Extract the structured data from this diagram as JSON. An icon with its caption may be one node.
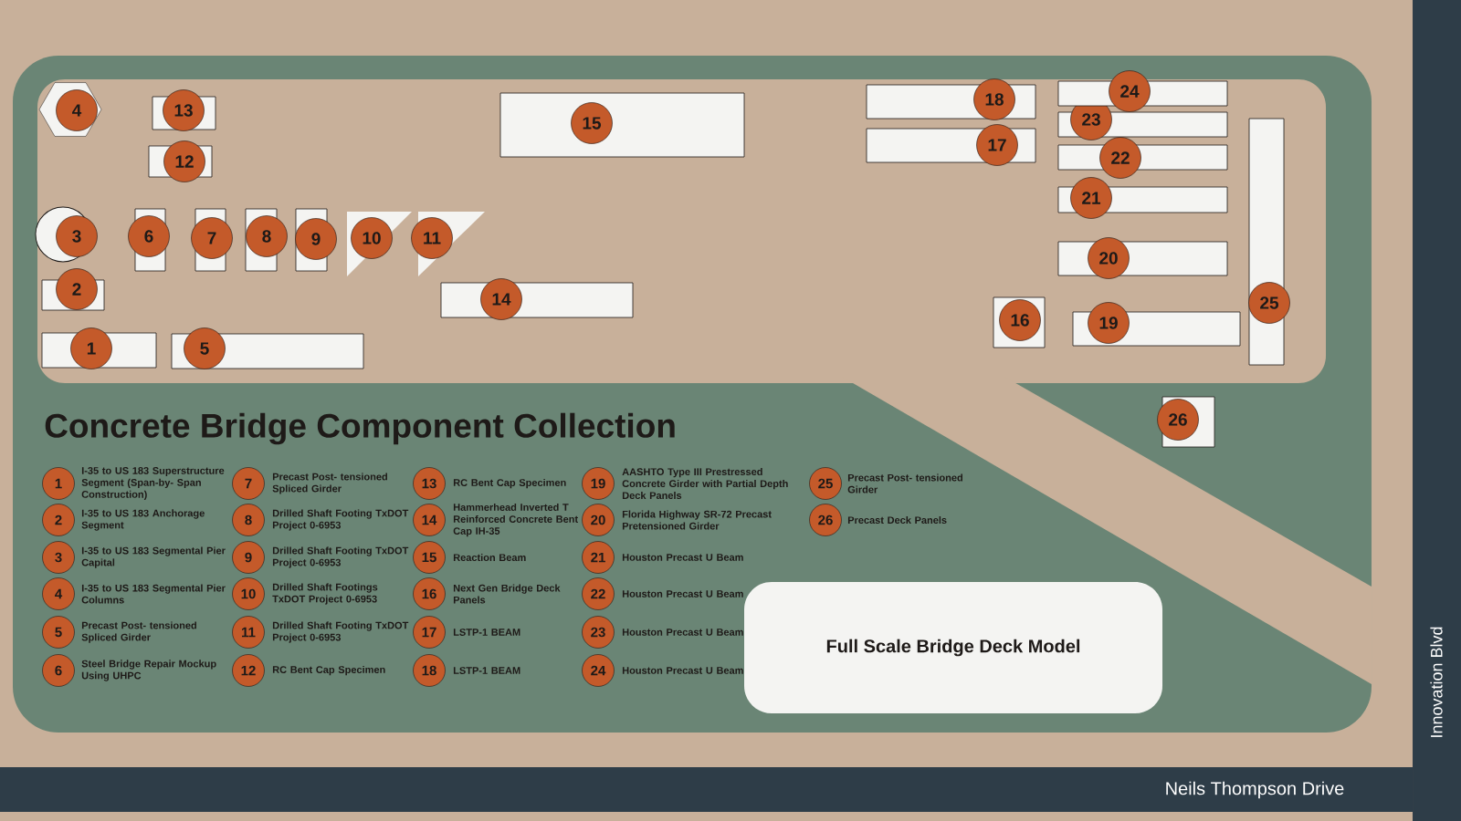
{
  "diagram": {
    "title": "Concrete Bridge Component Collection",
    "nodes": [
      {
        "text": [
          "1"
        ]
      },
      {
        "text": [
          "2"
        ]
      },
      {
        "text": [
          "3"
        ]
      },
      {
        "text": [
          "4"
        ]
      },
      {
        "text": [
          "5"
        ]
      },
      {
        "text": [
          "6"
        ]
      },
      {
        "text": [
          "7"
        ]
      },
      {
        "text": [
          "8"
        ]
      },
      {
        "text": [
          "9"
        ]
      },
      {
        "text": [
          "10"
        ]
      },
      {
        "text": [
          "11"
        ]
      },
      {
        "text": [
          "12"
        ]
      },
      {
        "text": [
          "13"
        ]
      },
      {
        "text": [
          "14"
        ]
      },
      {
        "text": [
          "15"
        ]
      },
      {
        "text": [
          "16"
        ]
      },
      {
        "text": [
          "17"
        ]
      },
      {
        "text": [
          "18"
        ]
      },
      {
        "text": [
          "19"
        ]
      },
      {
        "text": [
          "20"
        ]
      },
      {
        "text": [
          "21"
        ]
      },
      {
        "text": [
          "22"
        ]
      },
      {
        "text": [
          "23"
        ]
      },
      {
        "text": [
          "24"
        ]
      },
      {
        "text": [
          "25"
        ]
      },
      {
        "text": [
          "26"
        ]
      },
      {
        "text": [
          "Full Scale Bridge Deck Model"
        ]
      }
    ],
    "labels": [
      "1",
      "I-35 to US 183 Superstructure Segment (Span-by- Span Construction)",
      "2",
      "I-35 to US 183 Anchorage Segment",
      "3",
      "I-35 to US 183 Segmental Pier Capital",
      "4",
      "I-35 to US 183 Segmental Pier Columns",
      "5",
      "Precast Post- tensioned Spliced Girder",
      "6",
      "Steel Bridge Repair Mockup Using UHPC",
      "7",
      "Precast Post- tensioned Spliced Girder",
      "8",
      "Drilled Shaft Footing TxDOT Project 0-6953",
      "9",
      "Drilled Shaft Footing TxDOT Project 0-6953",
      "10",
      "Drilled Shaft Footings TxDOT Project 0-6953",
      "11",
      "Drilled Shaft Footing TxDOT Project 0-6953",
      "12",
      "RC Bent Cap Specimen",
      "13",
      "RC Bent Cap Specimen",
      "14",
      "Hammerhead Inverted T Reinforced Concrete Bent Cap IH-35",
      "15",
      "Reaction Beam",
      "16",
      "Next Gen Bridge Deck Panels",
      "17",
      "LSTP-1 BEAM",
      "18",
      "LSTP-1 BEAM",
      "19",
      "AASHTO Type III Prestressed Concrete Girder with Partial Depth Deck Panels",
      "20",
      "Florida Highway SR-72 Precast Pretensioned Girder",
      "21",
      "Houston Precast U Beam",
      "22",
      "Houston Precast U Beam",
      "23",
      "Houston Precast U Beam",
      "24",
      "Houston Precast U Beam",
      "25",
      "Precast Post- tensioned Girder",
      "26",
      "Precast Deck Panels",
      "Innovation Blvd",
      "Neils Thompson Drive"
    ]
  }
}
